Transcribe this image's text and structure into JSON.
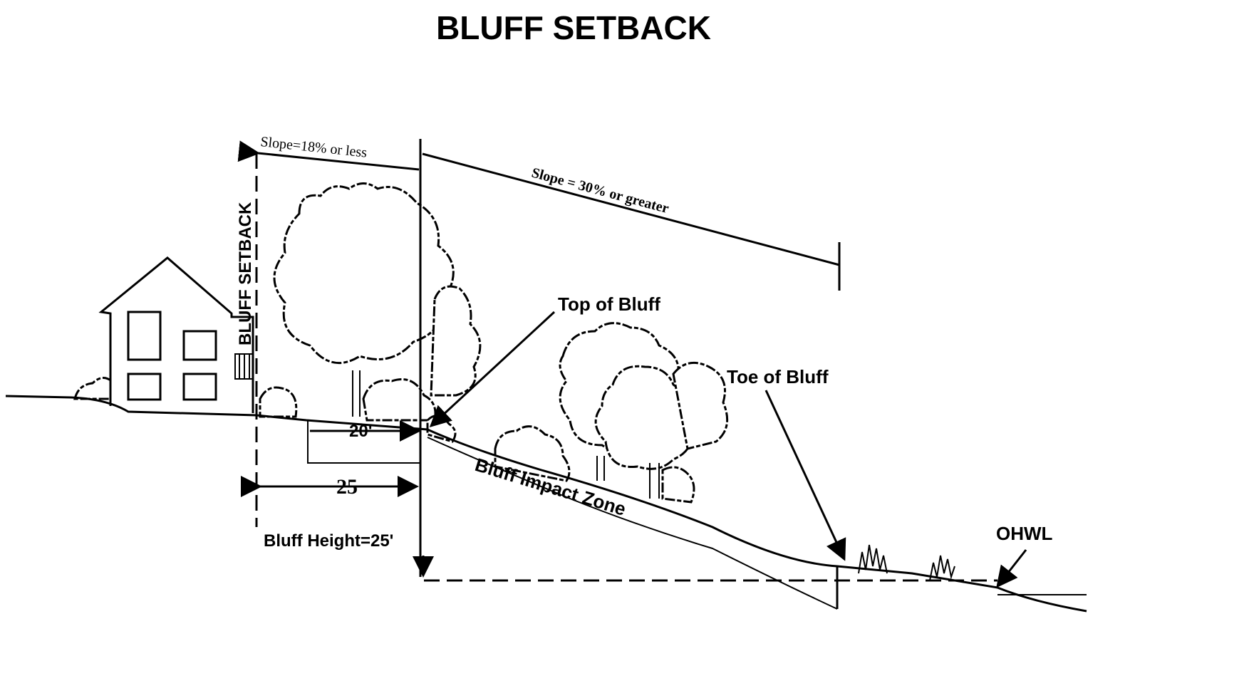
{
  "title": "BLUFF SETBACK",
  "labels": {
    "slope_upper": "Slope=18% or less",
    "slope_bluff": "Slope = 30% or greater",
    "bluff_setback": "BLUFF SETBACK",
    "top_of_bluff": "Top of Bluff",
    "toe_of_bluff": "Toe of Bluff",
    "ohwl": "OHWL",
    "dim_20": "20'",
    "dim_25": "25",
    "bluff_height": "Bluff Height=25'",
    "impact_zone": "Bluff Impact Zone"
  }
}
